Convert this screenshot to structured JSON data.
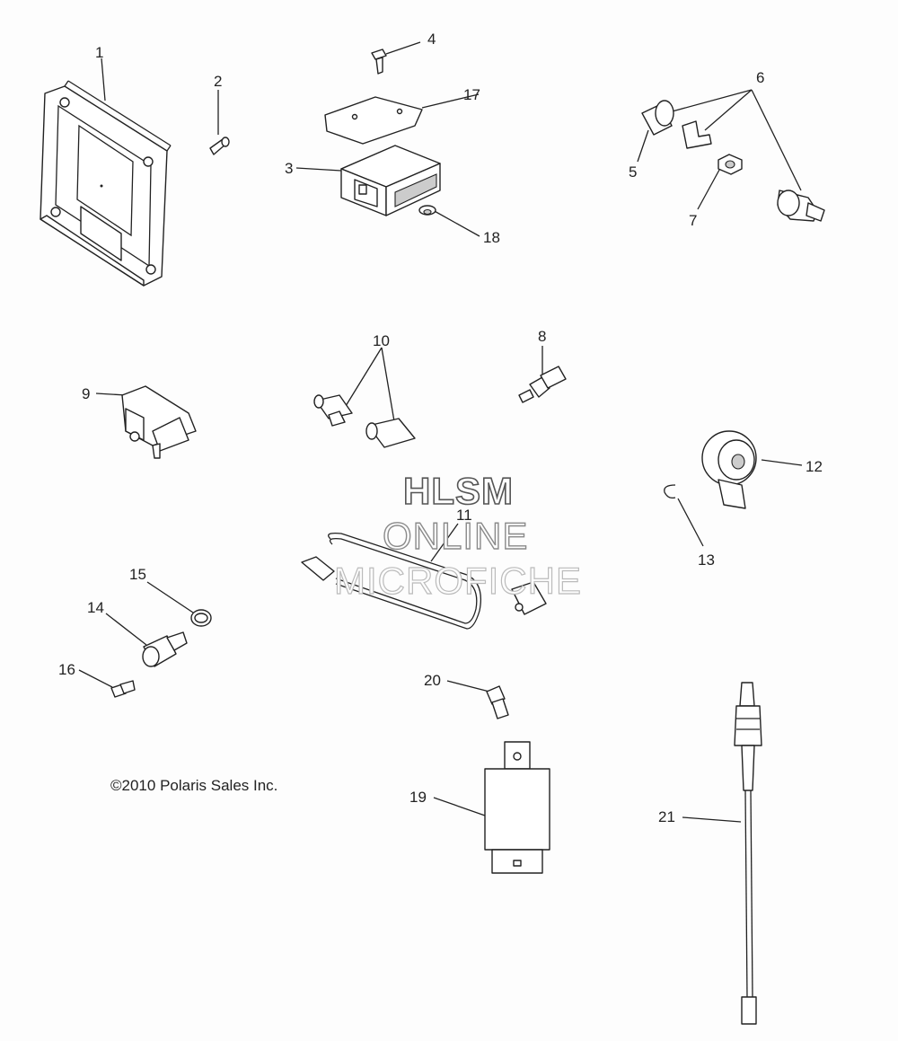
{
  "callouts": {
    "c1": "1",
    "c2": "2",
    "c3": "3",
    "c4": "4",
    "c5": "5",
    "c6": "6",
    "c7": "7",
    "c8": "8",
    "c9": "9",
    "c10": "10",
    "c11": "11",
    "c12": "12",
    "c13": "13",
    "c14": "14",
    "c15": "15",
    "c16": "16",
    "c17": "17",
    "c18": "18",
    "c19": "19",
    "c20": "20",
    "c21": "21"
  },
  "copyright": "©2010 Polaris Sales Inc.",
  "watermark": {
    "line1": "HLSM",
    "line2": "ONLINE",
    "line3": "MICROFICHE"
  }
}
